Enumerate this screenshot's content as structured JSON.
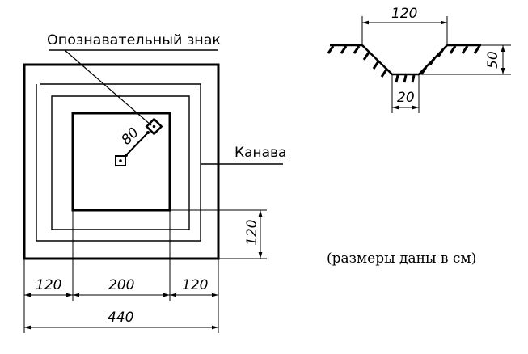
{
  "labels": {
    "marker": "Опознавательный знак",
    "ditch": "Канава",
    "note": "(размеры даны в см)"
  },
  "plan_dimensions": {
    "outer_width": "440",
    "left_margin": "120",
    "middle": "200",
    "right_margin": "120",
    "side": "120",
    "distance_to_marker": "80"
  },
  "section_dimensions": {
    "top_width": "120",
    "depth": "50",
    "bottom_width": "20"
  }
}
